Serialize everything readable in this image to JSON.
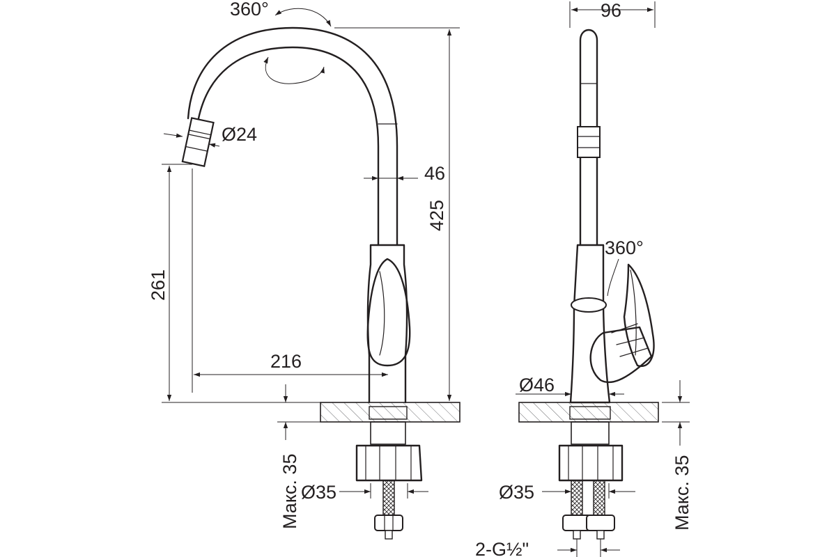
{
  "front_view": {
    "rotation_top": "360°",
    "nozzle_diameter": "Ø24",
    "body_width": "46",
    "total_height": "425",
    "spout_height": "261",
    "spout_reach": "216",
    "max_thickness": "Макс. 35",
    "mount_diameter": "Ø35"
  },
  "side_view": {
    "depth": "96",
    "lever_rotation": "360°",
    "base_diameter": "Ø46",
    "mount_diameter": "Ø35",
    "max_thickness": "Макс. 35",
    "connection": "2-G½\""
  }
}
